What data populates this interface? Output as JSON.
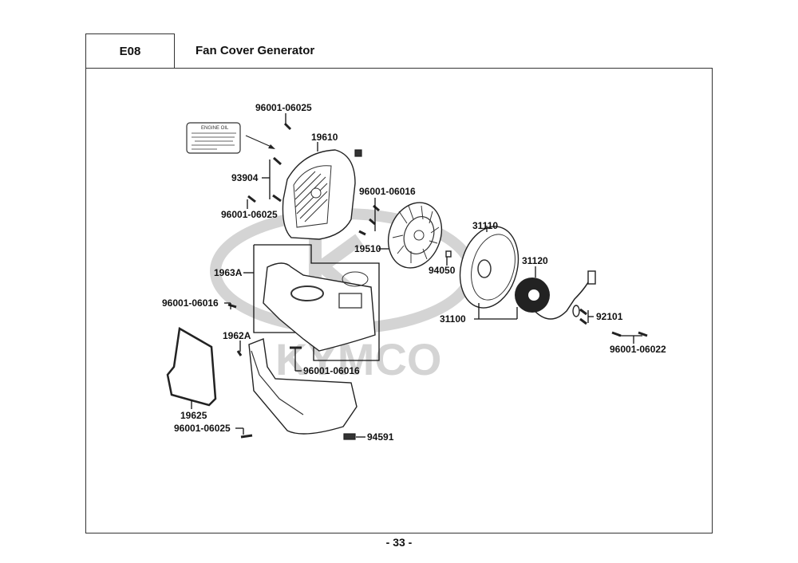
{
  "header": {
    "section_code": "E08",
    "title": "Fan Cover  Generator"
  },
  "watermark": "KYMCO",
  "sticker": {
    "title": "ENGINE OIL"
  },
  "parts": {
    "p96001_06025_top": "96001-06025",
    "p19610": "19610",
    "p93904": "93904",
    "p96001_06025_left": "96001-06025",
    "p96001_06016_top": "96001-06016",
    "p19510": "19510",
    "p94050": "94050",
    "p31110": "31110",
    "p31120": "31120",
    "p31100": "31100",
    "p92101": "92101",
    "p96001_06022": "96001-06022",
    "p1963A": "1963A",
    "p96001_06016_left": "96001-06016",
    "p1962A": "1962A",
    "p96001_06016_mid": "96001-06016",
    "p19625": "19625",
    "p96001_06025_bottom": "96001-06025",
    "p94591": "94591"
  },
  "footer": {
    "page_number": "- 33 -"
  }
}
